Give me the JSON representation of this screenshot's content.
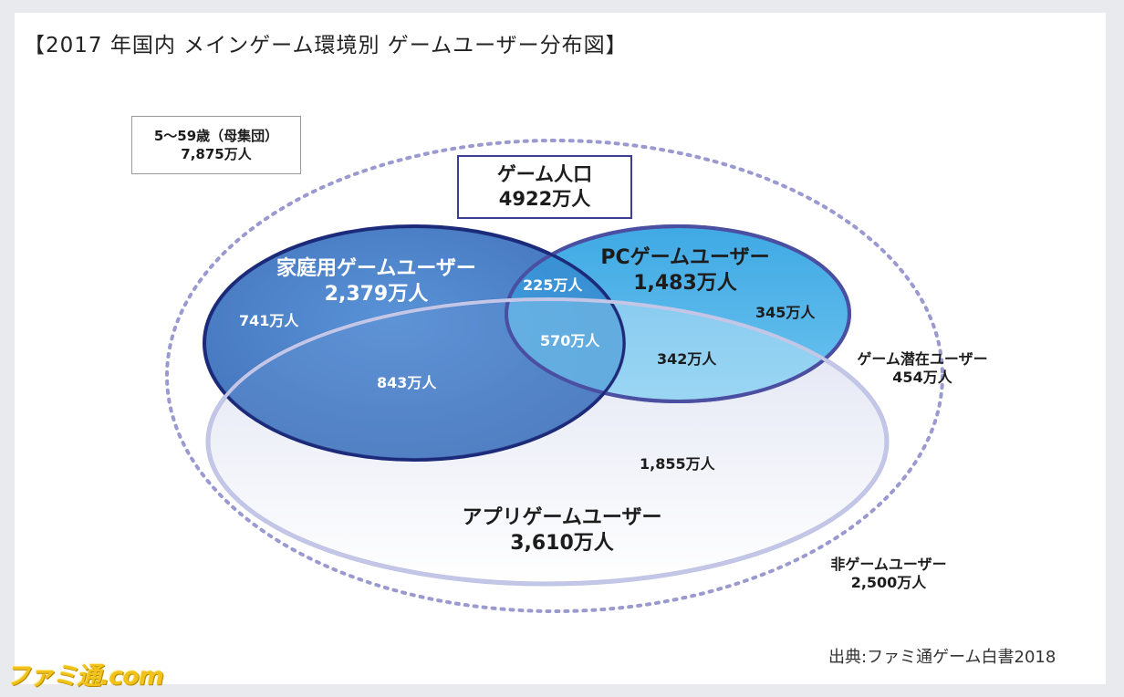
{
  "title": "【2017 年国内 メインゲーム環境別 ゲームユーザー分布図】",
  "population": {
    "label": "5～59歳（母集団）",
    "value": "7,875万人"
  },
  "game_population": {
    "label": "ゲーム人口",
    "value": "4922万人"
  },
  "sets": {
    "console": {
      "label": "家庭用ゲームユーザー",
      "value": "2,379万人",
      "color": "#1553b0"
    },
    "pc": {
      "label": "PCゲームユーザー",
      "value": "1,483万人",
      "color": "#4fb3e8"
    },
    "app": {
      "label": "アプリゲームユーザー",
      "value": "3,610万人",
      "color": "#e2e6f4"
    }
  },
  "regions": {
    "console_only": "741万人",
    "console_pc": "225万人",
    "all_three": "570万人",
    "console_app": "843万人",
    "pc_only": "345万人",
    "pc_app": "342万人",
    "app_only": "1,855万人"
  },
  "potential": {
    "label": "ゲーム潜在ユーザー",
    "value": "454万人"
  },
  "non_game": {
    "label": "非ゲームユーザー",
    "value": "2,500万人"
  },
  "source": "出典:ファミ通ゲーム白書2018",
  "logo": "ファミ通.com"
}
